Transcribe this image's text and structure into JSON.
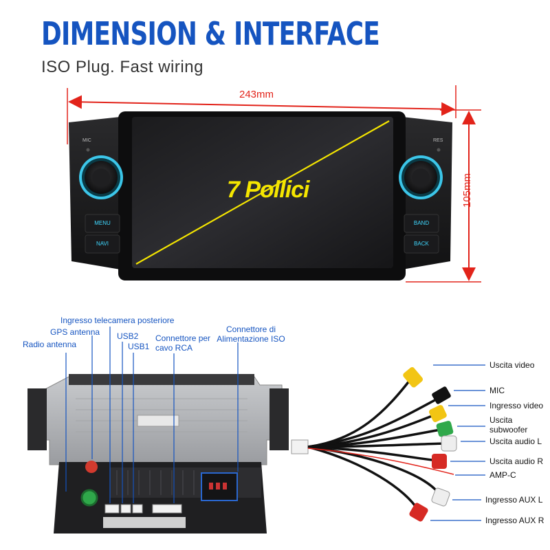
{
  "header": {
    "title": "DIMENSION & INTERFACE",
    "subtitle": "ISO Plug. Fast wiring"
  },
  "dimensions": {
    "width": "243mm",
    "height": "105mm"
  },
  "radio": {
    "screen_text": "7 Pollici",
    "mic_label": "MIC",
    "res_label": "RES",
    "buttons_left": [
      "MENU",
      "NAVI"
    ],
    "buttons_right": [
      "BAND",
      "BACK"
    ]
  },
  "rear_labels": {
    "camera": "Ingresso telecamera posteriore",
    "gps": "GPS antenna",
    "radio_antenna": "Radio antenna",
    "usb2": "USB2",
    "usb1": "USB1",
    "rca": "Connettore per cavo RCA",
    "iso": "Connettore di Alimentazione ISO"
  },
  "rca_labels": [
    "Uscita video",
    "MIC",
    "Ingresso video",
    "Uscita subwoofer",
    "Uscita audio L",
    "Uscita audio R",
    "AMP-C",
    "Ingresso AUX L",
    "Ingresso AUX R"
  ],
  "colors": {
    "title_blue": "#1554c0",
    "dimension_red": "#e2231a",
    "screen_yellow": "#f5e600",
    "knob_glow": "#3fd8ff"
  }
}
